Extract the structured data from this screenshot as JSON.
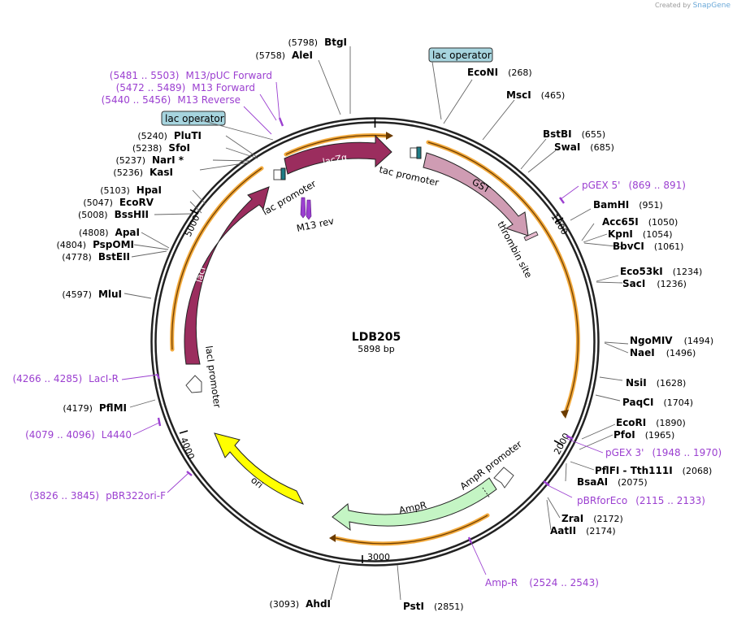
{
  "watermark": {
    "prefix": "Created by",
    "brand": "SnapGene"
  },
  "plasmid": {
    "name": "LDB205",
    "size_label": "5898 bp"
  },
  "ticks": [
    "1000",
    "2000",
    "3000",
    "4000",
    "5000"
  ],
  "sites_right": [
    {
      "name": "EcoNI",
      "pos": "(268)"
    },
    {
      "name": "MscI",
      "pos": "(465)"
    },
    {
      "name": "BstBI",
      "pos": "(655)"
    },
    {
      "name": "SwaI",
      "pos": "(685)"
    },
    {
      "name": "BamHI",
      "pos": "(951)"
    },
    {
      "name": "Acc65I",
      "pos": "(1050)"
    },
    {
      "name": "KpnI",
      "pos": "(1054)"
    },
    {
      "name": "BbvCI",
      "pos": "(1061)"
    },
    {
      "name": "Eco53kI",
      "pos": "(1234)"
    },
    {
      "name": "SacI",
      "pos": "(1236)"
    },
    {
      "name": "NgoMIV",
      "pos": "(1494)"
    },
    {
      "name": "NaeI",
      "pos": "(1496)"
    },
    {
      "name": "NsiI",
      "pos": "(1628)"
    },
    {
      "name": "PaqCI",
      "pos": "(1704)"
    },
    {
      "name": "EcoRI",
      "pos": "(1890)"
    },
    {
      "name": "PfoI",
      "pos": "(1965)"
    },
    {
      "name": "PflFI - Tth111I",
      "pos": "(2068)"
    },
    {
      "name": "BsaAI",
      "pos": "(2075)"
    },
    {
      "name": "ZraI",
      "pos": "(2172)"
    },
    {
      "name": "AatII",
      "pos": "(2174)"
    },
    {
      "name": "PstI",
      "pos": "(2851)"
    }
  ],
  "sites_left": [
    {
      "name": "BtgI",
      "pos": "(5798)"
    },
    {
      "name": "AleI",
      "pos": "(5758)"
    },
    {
      "name": "PluTI",
      "pos": "(5240)"
    },
    {
      "name": "SfoI",
      "pos": "(5238)"
    },
    {
      "name": "NarI *",
      "pos": "(5237)"
    },
    {
      "name": "KasI",
      "pos": "(5236)"
    },
    {
      "name": "HpaI",
      "pos": "(5103)"
    },
    {
      "name": "EcoRV",
      "pos": "(5047)"
    },
    {
      "name": "BssHII",
      "pos": "(5008)"
    },
    {
      "name": "ApaI",
      "pos": "(4808)"
    },
    {
      "name": "PspOMI",
      "pos": "(4804)"
    },
    {
      "name": "BstEII",
      "pos": "(4778)"
    },
    {
      "name": "MluI",
      "pos": "(4597)"
    },
    {
      "name": "PflMI",
      "pos": "(4179)"
    },
    {
      "name": "AhdI",
      "pos": "(3093)"
    }
  ],
  "primers": [
    {
      "name": "M13/pUC Forward",
      "range": "(5481 .. 5503)"
    },
    {
      "name": "M13 Forward",
      "range": "(5472 .. 5489)"
    },
    {
      "name": "M13 Reverse",
      "range": "(5440 .. 5456)"
    },
    {
      "name": "pGEX 5'",
      "range": "(869 .. 891)"
    },
    {
      "name": "pGEX 3'",
      "range": "(1948 .. 1970)"
    },
    {
      "name": "pBRforEco",
      "range": "(2115 .. 2133)"
    },
    {
      "name": "Amp-R",
      "range": "(2524 .. 2543)"
    },
    {
      "name": "LacI-R",
      "range": "(4266 .. 4285)"
    },
    {
      "name": "L4440",
      "range": "(4079 .. 4096)"
    },
    {
      "name": "pBR322ori-F",
      "range": "(3826 .. 3845)"
    }
  ],
  "features": {
    "lacZa": "lacZα",
    "gst": "GST",
    "laci": "lacI",
    "ori": "ori",
    "ampr": "AmpR",
    "ampr_promoter": "AmpR promoter",
    "tac_promoter": "tac promoter",
    "lac_promoter": "lac promoter",
    "laci_promoter": "lacI promoter",
    "thrombin_site": "thrombin site",
    "m13_rev": "M13 rev",
    "lac_operator_top": "lac operator",
    "lac_operator_left": "lac operator"
  },
  "colors": {
    "lacZa": "#9b2d5e",
    "gst": "#cf9cb3",
    "laci": "#9b2d5e",
    "ori": "#ffff00",
    "ampr": "#c4f5c4",
    "primer": "#9b3fd0",
    "orf": "#f2a93b",
    "operator": "#a6d4de"
  }
}
